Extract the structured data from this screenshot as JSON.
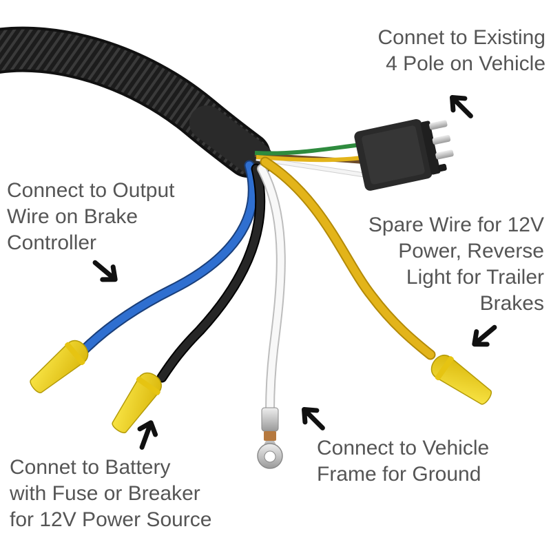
{
  "labels": {
    "existing_4_pole": "Connet to Existing\n4 Pole on Vehicle",
    "brake_output": "Connect to Output\nWire on Brake\nController",
    "spare_wire": "Spare Wire for 12V\nPower, Reverse\nLight for Trailer\nBrakes",
    "vehicle_ground": "Connect to Vehicle\nFrame for Ground",
    "battery": "Connet to Battery\nwith Fuse or Breaker\nfor 12V Power Source"
  },
  "colors": {
    "conduit": "#1c1c1c",
    "blue_wire": "#2f6fd0",
    "black_wire": "#1e1e1e",
    "white_wire": "#f4f4f4",
    "yellow_wire": "#e3b41a",
    "green_wire": "#2e8b3e",
    "brown_wire": "#6b4a2a",
    "connector_yellow": "#f0d21a",
    "plug_body": "#2a2a2a",
    "pin_metal": "#c8c8c8",
    "label_text": "#555555",
    "arrow": "#111111"
  },
  "icons": {
    "arrow": "black-arrow-icon",
    "ring_terminal": "ring-terminal-icon",
    "butt_connector": "butt-connector-icon",
    "flat_plug": "four-pole-plug-icon"
  }
}
